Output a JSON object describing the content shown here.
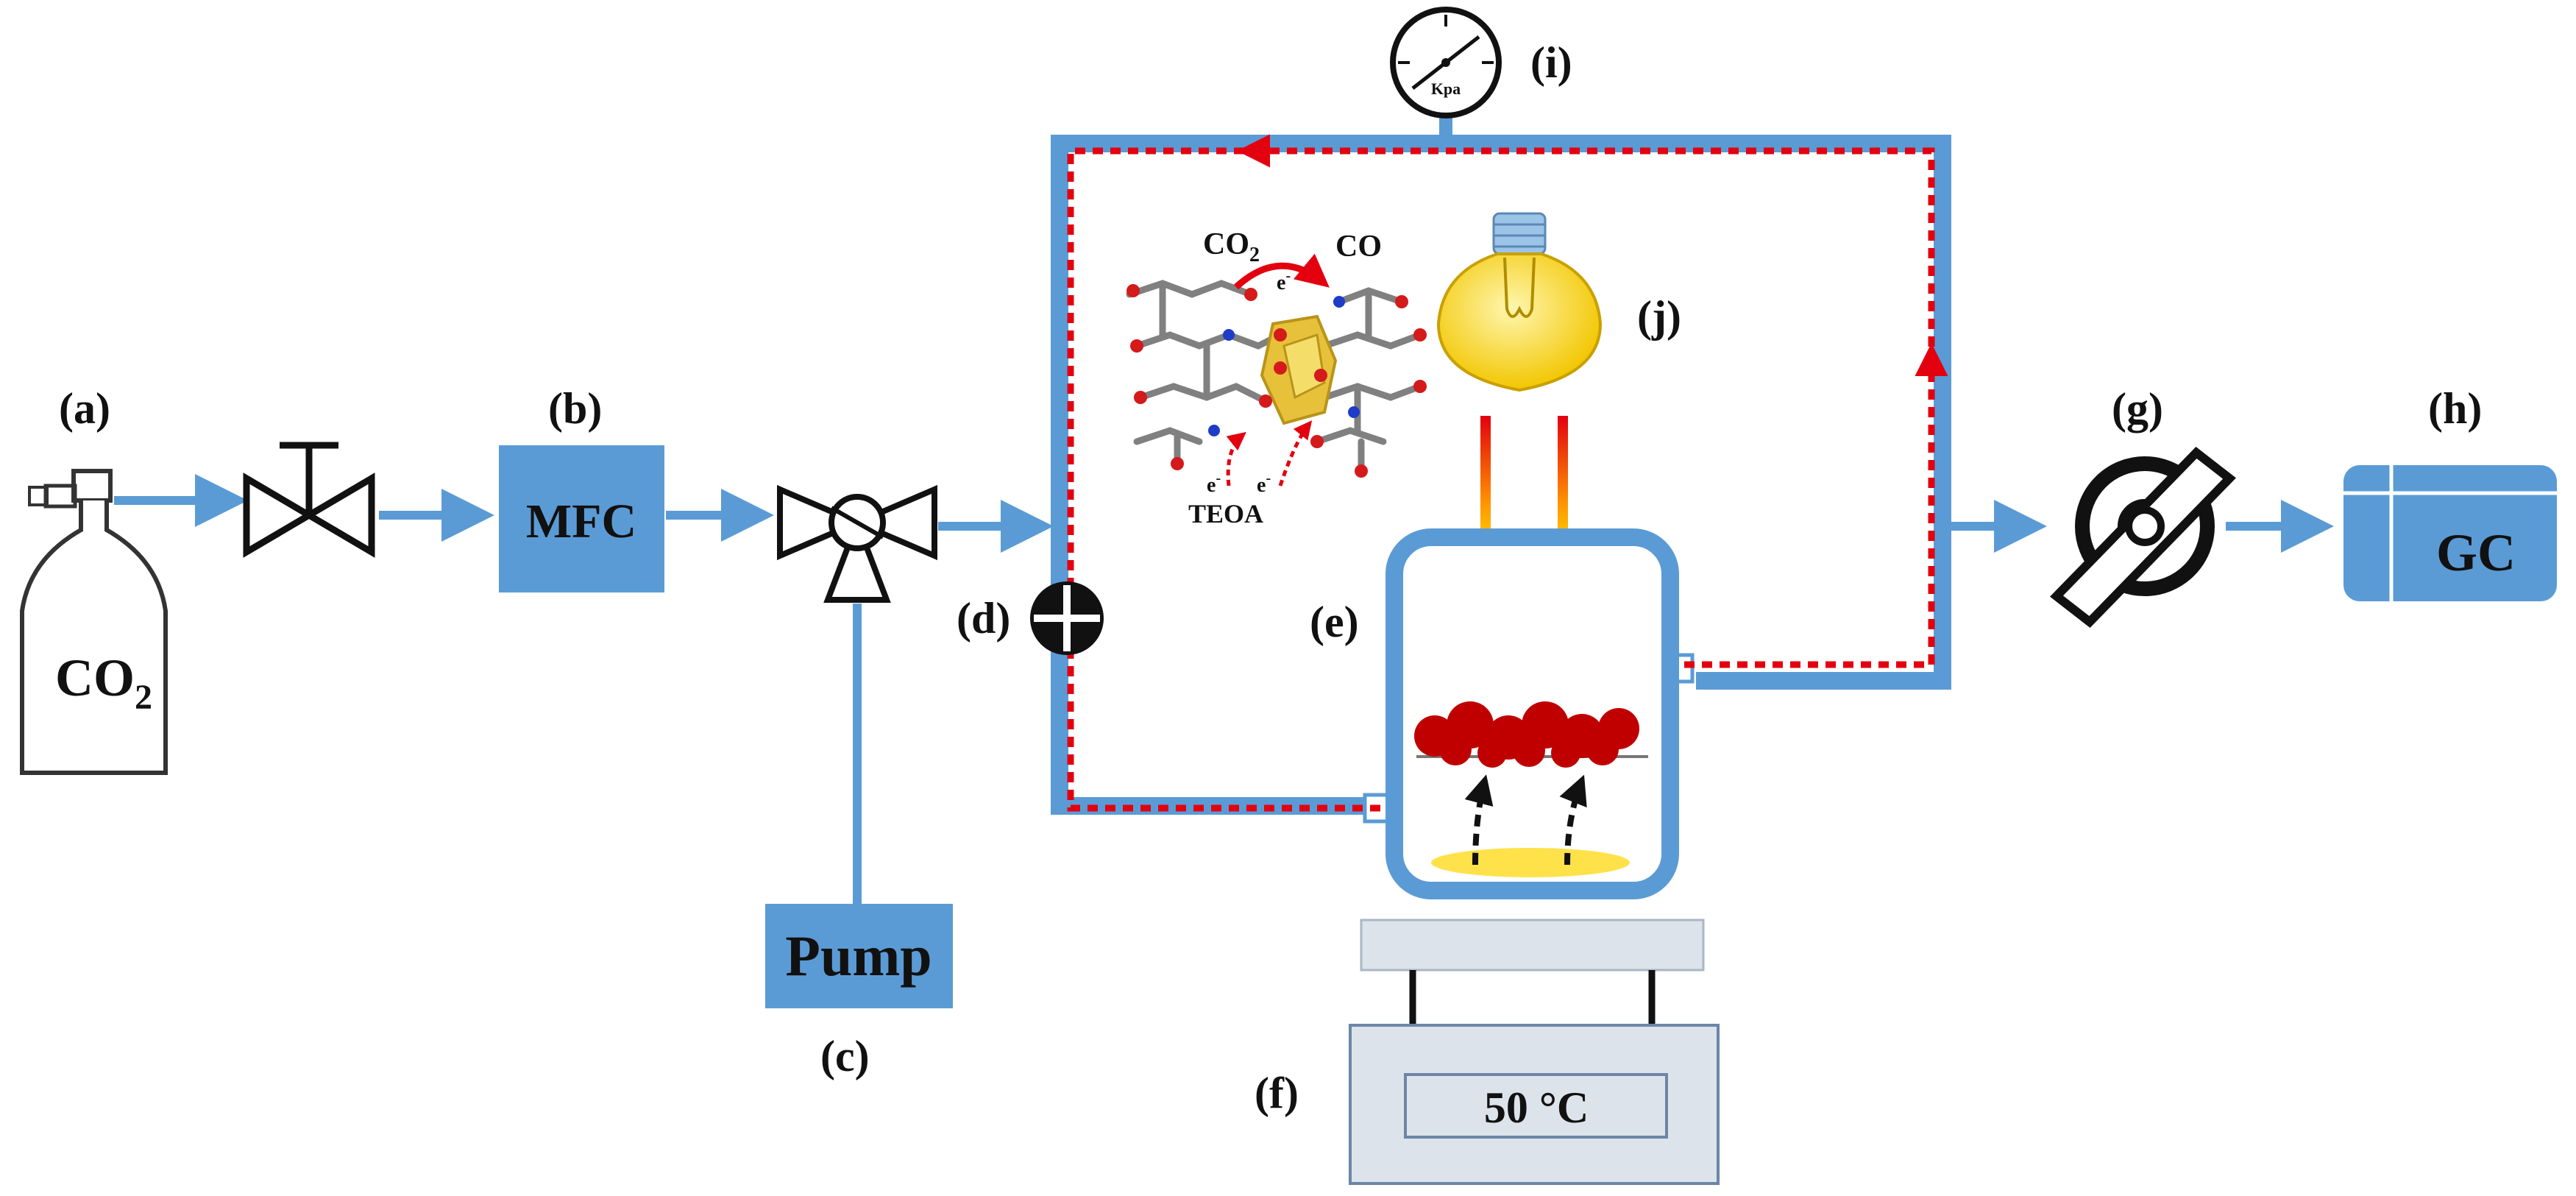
{
  "colors": {
    "pipe": "#5b9bd5",
    "box": "#5b9bd5",
    "flow": "#e3000f",
    "bulb": "#ffe24a",
    "particles": "#c00000",
    "stand": "#dde3ea"
  },
  "labels": {
    "a": "(a)",
    "b": "(b)",
    "c": "(c)",
    "d": "(d)",
    "e": "(e)",
    "f": "(f)",
    "g": "(g)",
    "h": "(h)",
    "i": "(i)",
    "j": "(j)"
  },
  "cylinder": {
    "formula": "CO",
    "subscript": "2"
  },
  "mfc": {
    "text": "MFC"
  },
  "pump": {
    "text": "Pump"
  },
  "gc": {
    "text": "GC"
  },
  "gauge": {
    "unit": "Kpa"
  },
  "heater": {
    "temperature": "50 °C"
  },
  "reaction": {
    "reactant": "CO",
    "reactant_sub": "2",
    "product": "CO",
    "electron": "e",
    "electron_sup": "-",
    "sacrificial": "TEOA"
  },
  "icons": [
    "gas-cylinder-icon",
    "needle-valve-icon",
    "three-way-valve-icon",
    "four-way-valve-icon",
    "pressure-gauge-icon",
    "light-bulb-icon",
    "check-valve-icon",
    "mof-structure-icon"
  ]
}
